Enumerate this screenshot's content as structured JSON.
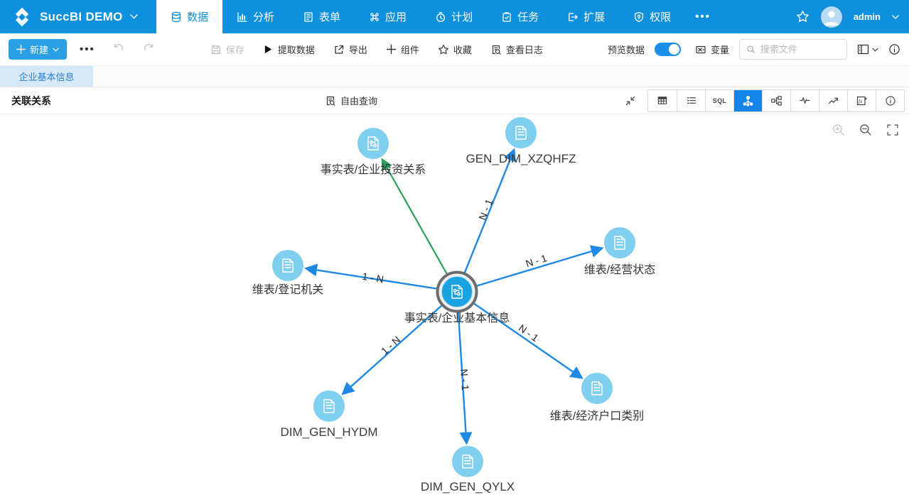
{
  "colors": {
    "topbar_blue": "#0e90dc",
    "accent_blue": "#1485e8",
    "edge_blue": "#1e88e5",
    "edge_green": "#2aa05a",
    "node_fill": "#80cfee",
    "center_node_fill": "#1aa3e0",
    "active_tab_bg": "#d5e9f9"
  },
  "app": {
    "brand": "SuccBI DEMO",
    "user": "admin"
  },
  "topnav": {
    "items": [
      {
        "label": "数据",
        "active": true
      },
      {
        "label": "分析",
        "active": false
      },
      {
        "label": "表单",
        "active": false
      },
      {
        "label": "应用",
        "active": false
      },
      {
        "label": "计划",
        "active": false
      },
      {
        "label": "任务",
        "active": false
      },
      {
        "label": "扩展",
        "active": false
      },
      {
        "label": "权限",
        "active": false
      }
    ],
    "overflow": "•••"
  },
  "toolbar": {
    "new_label": "新建",
    "more": "•••",
    "save": "保存",
    "extract": "提取数据",
    "export": "导出",
    "component": "组件",
    "favorite": "收藏",
    "view_log": "查看日志",
    "preview": "预览数据",
    "preview_on": true,
    "variable": "变量",
    "search_placeholder": "搜索文件"
  },
  "tabs": {
    "active": "企业基本信息"
  },
  "relation_bar": {
    "title": "关联关系",
    "query": "自由查询",
    "sql": "SQL"
  },
  "graph": {
    "center": {
      "label": "事实表/企业基本信息",
      "type": "fact"
    },
    "nodes": [
      {
        "label": "事实表/企业投资关系",
        "type": "fact"
      },
      {
        "label": "GEN_DIM_XZQHFZ",
        "type": "dim"
      },
      {
        "label": "维表/经营状态",
        "type": "dim"
      },
      {
        "label": "维表/登记机关",
        "type": "dim"
      },
      {
        "label": "DIM_GEN_HYDM",
        "type": "dim"
      },
      {
        "label": "DIM_GEN_QYLX",
        "type": "dim"
      },
      {
        "label": "维表/经济户口类别",
        "type": "dim"
      }
    ],
    "edges": [
      {
        "from": "事实表/企业基本信息",
        "to": "GEN_DIM_XZQHFZ",
        "cardinality": "N - 1",
        "color": "blue"
      },
      {
        "from": "事实表/企业基本信息",
        "to": "维表/经营状态",
        "cardinality": "N - 1",
        "color": "blue"
      },
      {
        "from": "事实表/企业基本信息",
        "to": "维表/登记机关",
        "cardinality": "1 - N",
        "color": "blue"
      },
      {
        "from": "事实表/企业基本信息",
        "to": "DIM_GEN_HYDM",
        "cardinality": "1 - N",
        "color": "blue"
      },
      {
        "from": "事实表/企业基本信息",
        "to": "DIM_GEN_QYLX",
        "cardinality": "N - 1",
        "color": "blue"
      },
      {
        "from": "事实表/企业基本信息",
        "to": "维表/经济户口类别",
        "cardinality": "N - 1",
        "color": "blue"
      },
      {
        "from": "事实表/企业基本信息",
        "to": "事实表/企业投资关系",
        "cardinality": "",
        "color": "green"
      }
    ]
  }
}
